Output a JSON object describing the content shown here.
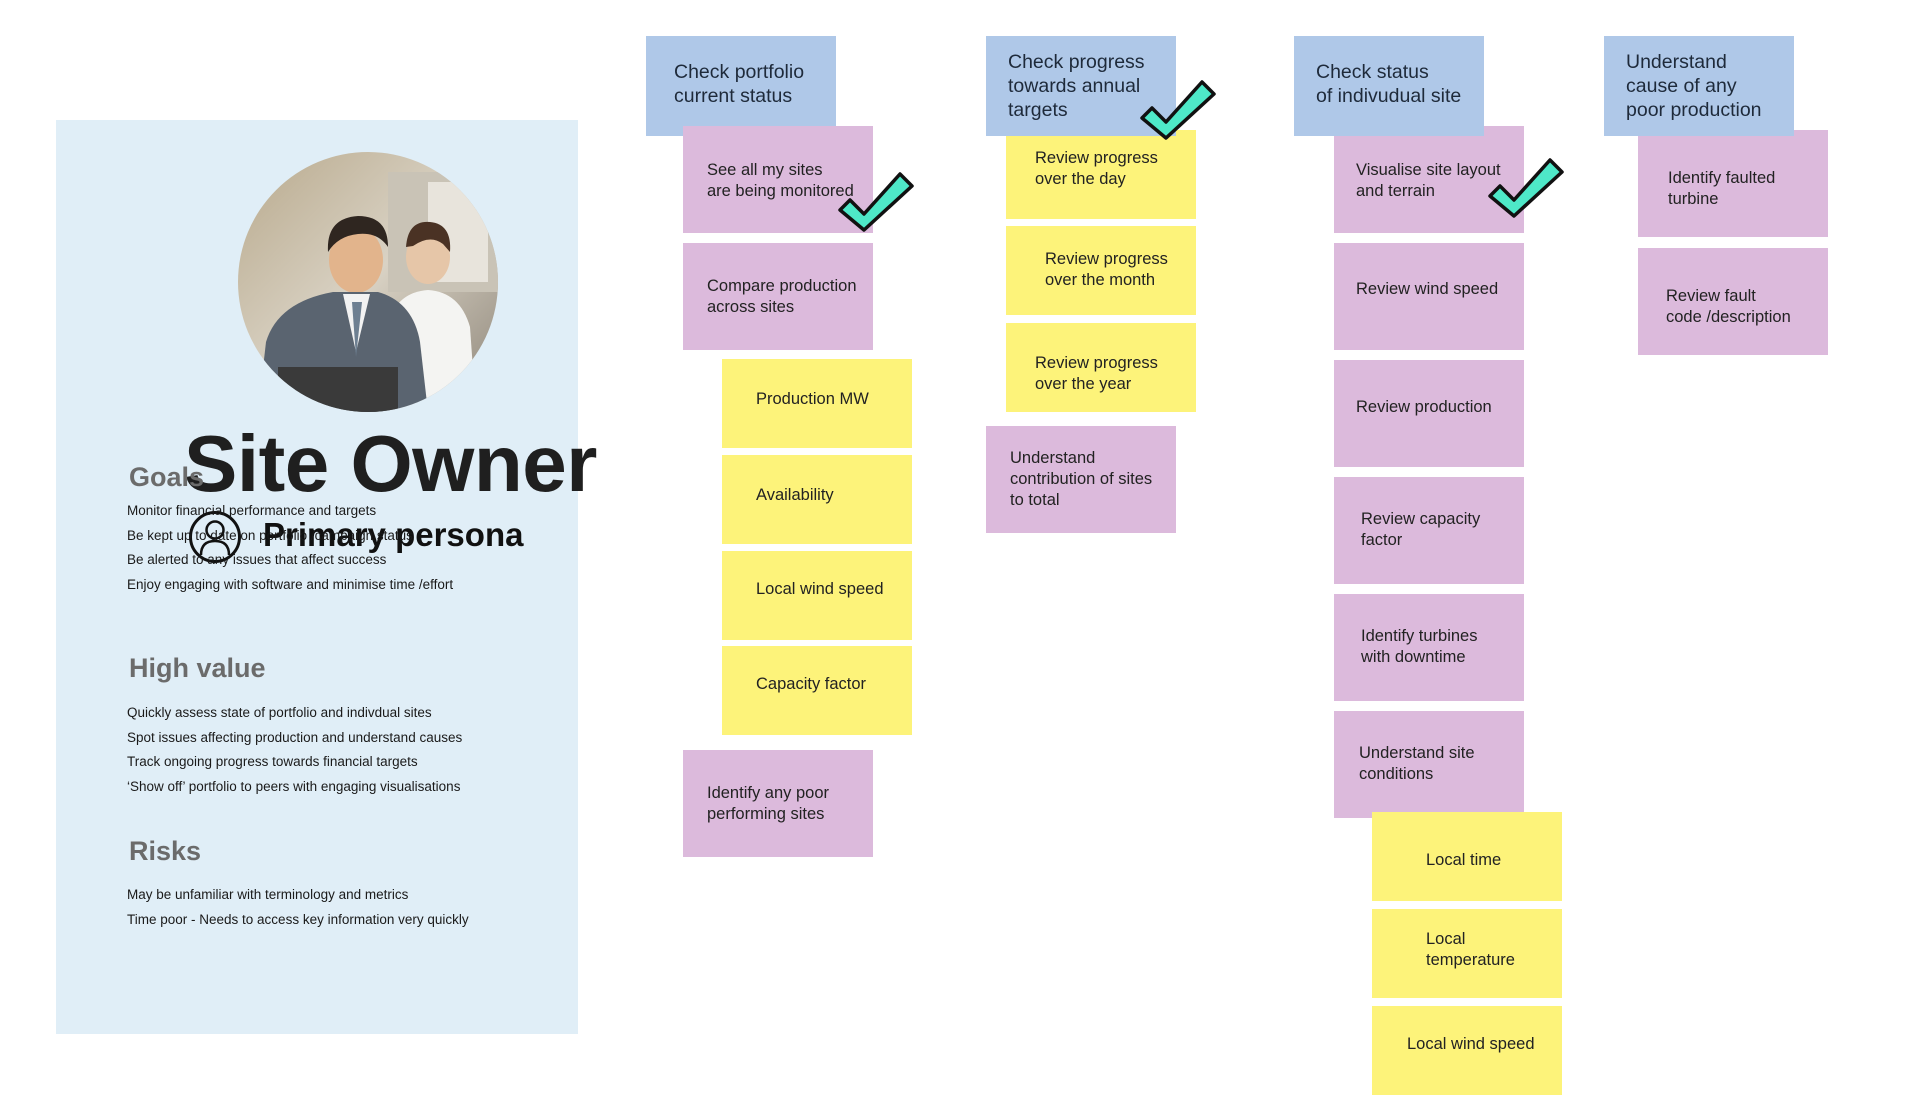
{
  "persona": {
    "name": "Site Owner",
    "role": "Primary persona",
    "goals": {
      "heading": "Goals",
      "items": [
        "Monitor financial performance and targets",
        "Be kept up to date on portfolio /campaign status",
        "Be alerted to any issues that affect success",
        "Enjoy engaging with software and minimise time /effort"
      ]
    },
    "high_value": {
      "heading": "High value",
      "items": [
        "Quickly assess state of portfolio and indivdual sites",
        "Spot issues affecting production and understand causes",
        "Track ongoing progress towards financial targets",
        "‘Show off’ portfolio to peers with engaging visualisations"
      ]
    },
    "risks": {
      "heading": "Risks",
      "items": [
        "May be unfamiliar with terminology and metrics",
        "Time poor - Needs to access key information very quickly"
      ]
    },
    "icons": {
      "avatar": "person-circle-icon",
      "photo": "businessman-photo"
    }
  },
  "colors": {
    "card": "#e0eef7",
    "blue_note": "#afc8e8",
    "pink_note": "#dcbadc",
    "yellow_note": "#fdf37a",
    "check": "#4ee8c8"
  },
  "columns": [
    {
      "header": "Check portfolio\ncurrent status",
      "notes": [
        "See all my sites\nare being monitored",
        "Compare production\nacross sites",
        "Production MW",
        "Availability",
        "Local wind speed",
        "Capacity factor",
        "Identify any poor\nperforming sites"
      ]
    },
    {
      "header": "Check progress\ntowards annual\ntargets",
      "notes": [
        "Review progress\nover the day",
        "Review progress\nover the month",
        "Review progress\nover the year",
        "Understand\ncontribution of sites\nto total"
      ]
    },
    {
      "header": "Check status\nof indivudual site",
      "notes": [
        "Visualise site layout\nand terrain",
        "Review wind speed",
        "Review production",
        "Review capacity\nfactor",
        "Identify turbines\nwith downtime",
        "Understand site\nconditions",
        "Local time",
        "Local\ntemperature",
        "Local wind speed"
      ]
    },
    {
      "header": "Understand\ncause of any\npoor production",
      "notes": [
        "Identify faulted\nturbine",
        "Review fault\ncode /description"
      ]
    }
  ],
  "check_icon": "checkmark-icon"
}
